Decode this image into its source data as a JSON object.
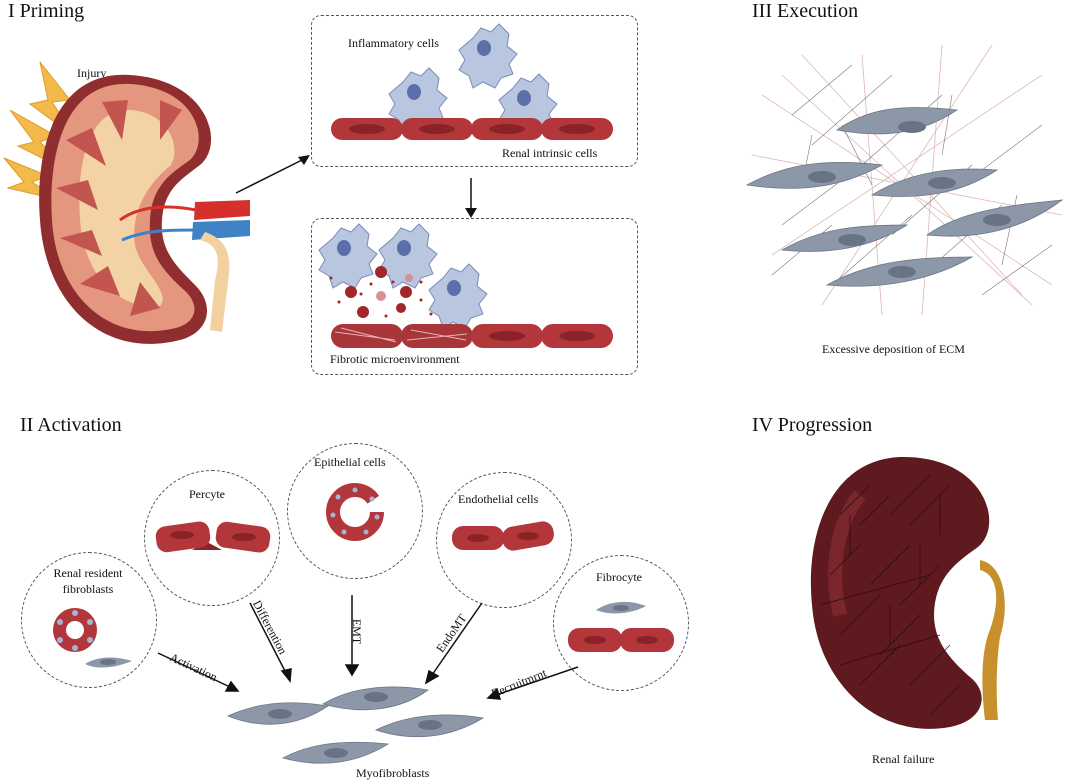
{
  "sections": {
    "priming": "I Priming",
    "activation": "II Activation",
    "execution": "III Execution",
    "progression": "IV Progression"
  },
  "priming": {
    "injury": "Injury",
    "inflammatory_cells": "Inflammatory cells",
    "renal_intrinsic_cells": "Renal intrinsic cells",
    "fibrotic_microenvironment": "Fibrotic microenvironment"
  },
  "activation": {
    "percyte": "Percyte",
    "epithelial": "Epithelial cells",
    "endothelial": "Endothelial cells",
    "fibrocyte": "Fibrocyte",
    "resident_line1": "Renal resident",
    "resident_line2": "fibroblasts",
    "arrow_activation": "Activation",
    "arrow_differention": "Differention",
    "arrow_emt": "EMT",
    "arrow_endomt": "EndoMT",
    "arrow_recruit": "Recruitmrnt",
    "myofibroblasts": "Myofibroblasts"
  },
  "execution": {
    "caption": "Excessive deposition of ECM"
  },
  "progression": {
    "caption": "Renal failure"
  },
  "colors": {
    "red_cell": "#b3373a",
    "red_dark": "#8a2326",
    "fibro_gray": "#8c97a8",
    "immune_blue": "#b9c6e0",
    "nucleus_blue": "#5d6fa8",
    "kidney_dark": "#5e1a1f",
    "ureter": "#c8902d"
  }
}
